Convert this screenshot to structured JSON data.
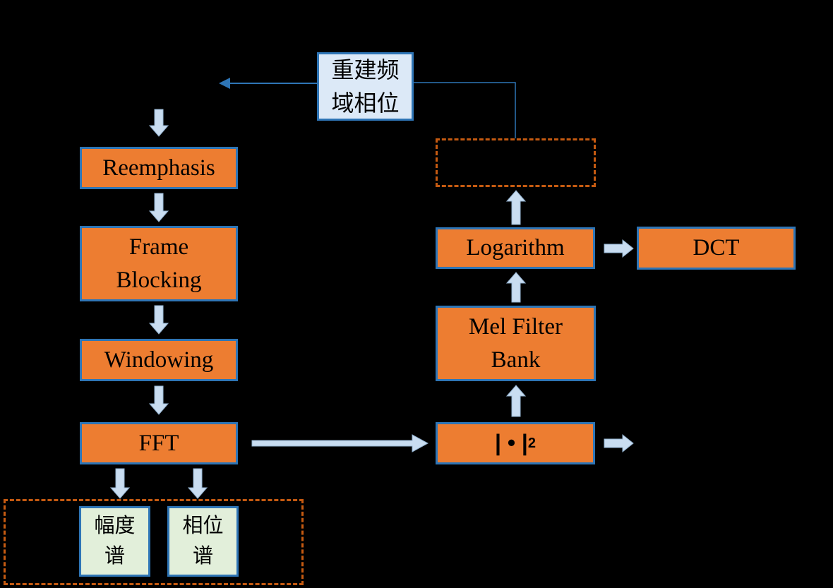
{
  "colors": {
    "background": "#000000",
    "process_box_fill": "#ED7D31",
    "process_box_border": "#2E75B6",
    "io_box_fill": "#DCE9F7",
    "result_box_fill": "#E2EFDA",
    "block_arrow_fill": "#C9DDF1",
    "block_arrow_outline": "#94B3D1",
    "thin_connector": "#2E75B6",
    "dashed_border": "#C55A11",
    "text": "#000000"
  },
  "nodes": {
    "reconstruct_phase": {
      "lines": [
        "重建频",
        "域相位"
      ]
    },
    "reemphasis": {
      "label": "Reemphasis"
    },
    "frame_blocking": {
      "lines": [
        "Frame",
        "Blocking"
      ]
    },
    "windowing": {
      "label": "Windowing"
    },
    "fft": {
      "label": "FFT"
    },
    "squared_magnitude": {
      "base": "| • |",
      "exponent": "2"
    },
    "mel_filter_bank": {
      "lines": [
        "Mel Filter",
        "Bank"
      ]
    },
    "logarithm": {
      "label": "Logarithm"
    },
    "dct": {
      "label": "DCT"
    },
    "empty_dashed_box": {
      "label": ""
    },
    "magnitude_spectrum": {
      "lines": [
        "幅度",
        "谱"
      ]
    },
    "phase_spectrum": {
      "lines": [
        "相位",
        "谱"
      ]
    }
  },
  "arrows": [
    {
      "name": "arrow-input-to-reemphasis",
      "direction": "down"
    },
    {
      "name": "arrow-reemphasis-to-frame-blocking",
      "direction": "down"
    },
    {
      "name": "arrow-frame-blocking-to-windowing",
      "direction": "down"
    },
    {
      "name": "arrow-windowing-to-fft",
      "direction": "down"
    },
    {
      "name": "arrow-fft-to-magnitude-spectrum",
      "direction": "down"
    },
    {
      "name": "arrow-fft-to-phase-spectrum",
      "direction": "down"
    },
    {
      "name": "arrow-fft-to-squared-magnitude",
      "direction": "right"
    },
    {
      "name": "arrow-squared-magnitude-output",
      "direction": "right"
    },
    {
      "name": "arrow-squared-magnitude-to-mel-filter-bank",
      "direction": "up"
    },
    {
      "name": "arrow-mel-filter-bank-to-logarithm",
      "direction": "up"
    },
    {
      "name": "arrow-logarithm-to-empty-box",
      "direction": "up"
    },
    {
      "name": "arrow-logarithm-to-dct",
      "direction": "right"
    },
    {
      "name": "arrow-reconstruct-phase-output-left",
      "direction": "left"
    },
    {
      "name": "connector-empty-box-to-reconstruct-phase",
      "direction": "polyline"
    }
  ]
}
